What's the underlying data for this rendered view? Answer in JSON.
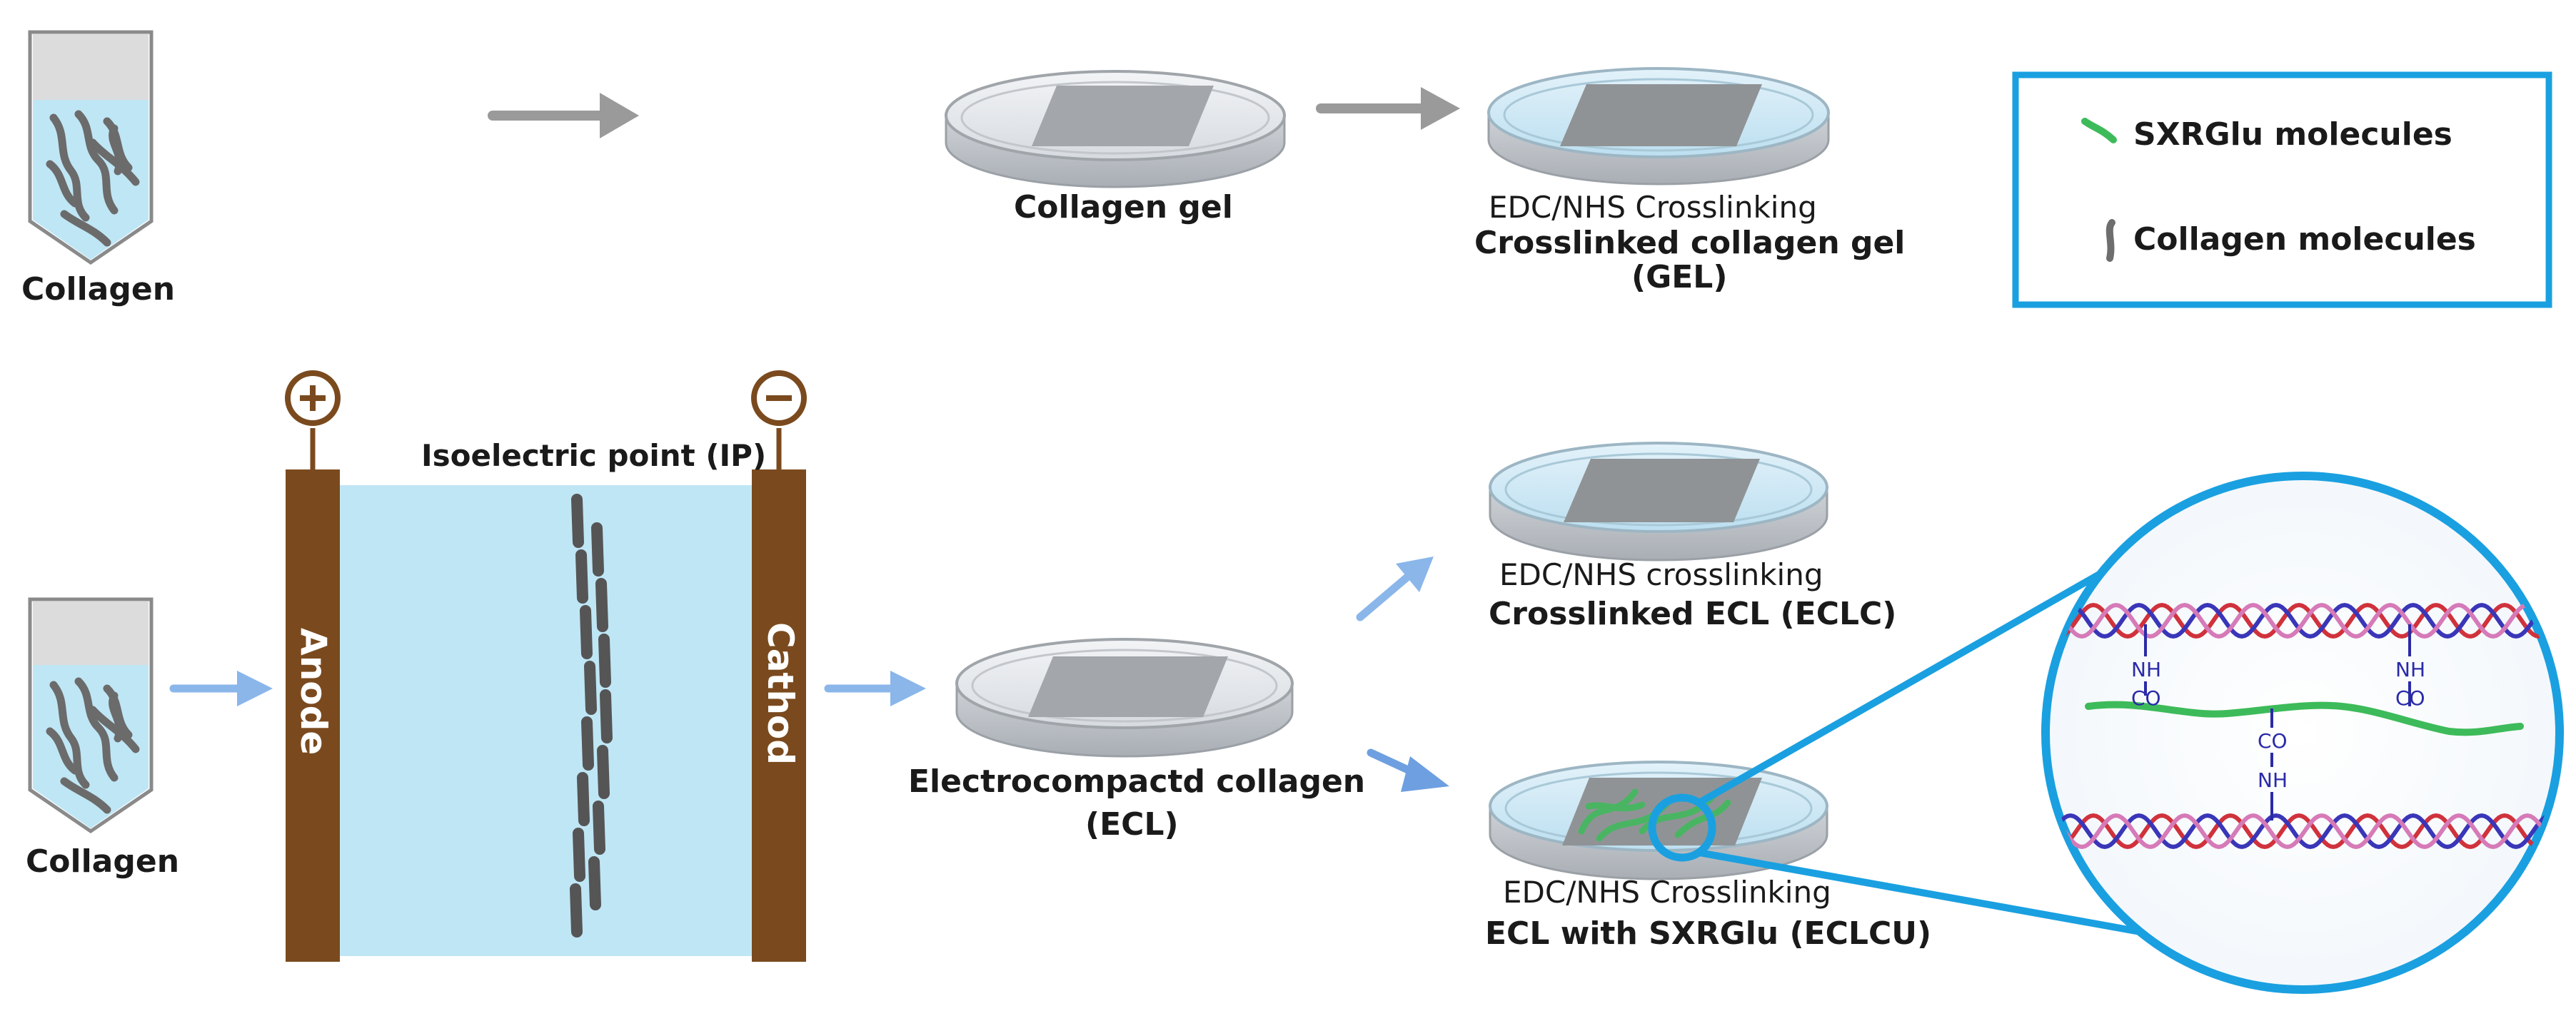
{
  "labels": {
    "collagen_top": "Collagen",
    "collagen_gel": "Collagen gel",
    "edc_top": "EDC/NHS Crosslinking",
    "crosslinked_gel": "Crosslinked collagen gel",
    "gel_abbr": "(GEL)",
    "isoelectric": "Isoelectric point (IP)",
    "anode": "Anode",
    "cathode": "Cathod",
    "collagen_bottom": "Collagen",
    "ecl_name": "Electrocompactd collagen",
    "ecl_abbr": "(ECL)",
    "edc_mid": "EDC/NHS crosslinking",
    "crosslinked_ecl": "Crosslinked ECL (ECLC)",
    "edc_bottom": "EDC/NHS Crosslinking",
    "ecl_sxrglu": "ECL with SXRGlu (ECLCU)"
  },
  "legend": {
    "items": [
      {
        "label": "SXRGlu molecules",
        "color": "#3dbb5a"
      },
      {
        "label": "Collagen molecules",
        "color": "#6e6e6e"
      }
    ]
  },
  "electrodes": {
    "anode_sign": "+",
    "cathode_sign": "−"
  },
  "zoom": {
    "nh": "NH",
    "co": "CO"
  },
  "colors": {
    "accent_border": "#1aa0e0",
    "electrode": "#7a4a1e",
    "chamber": "#bfe6f5",
    "arrow_gray": "#9a9a9a",
    "arrow_blue": "#8ab6ea",
    "sxrglu": "#3dbb5a",
    "helix_red": "#d0323c",
    "helix_blue": "#3a36b8",
    "helix_pink": "#d67ab8",
    "bond": "#2a2aa8"
  }
}
